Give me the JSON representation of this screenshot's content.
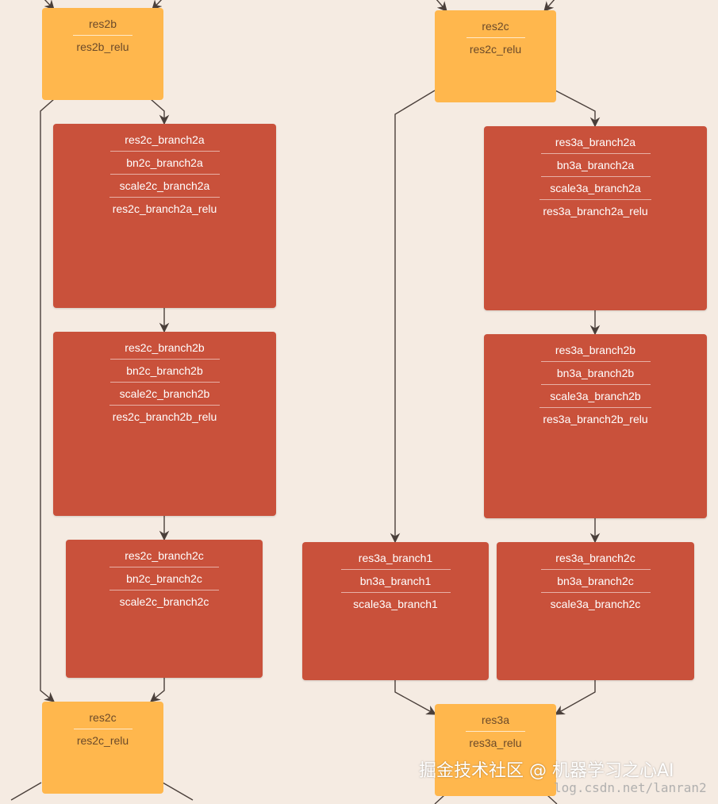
{
  "nodes": {
    "res2b": [
      "res2b",
      "res2b_relu"
    ],
    "res2c_top": [
      "res2c",
      "res2c_relu"
    ],
    "res2c_branch2a": [
      "res2c_branch2a",
      "bn2c_branch2a",
      "scale2c_branch2a",
      "res2c_branch2a_relu"
    ],
    "res2c_branch2b": [
      "res2c_branch2b",
      "bn2c_branch2b",
      "scale2c_branch2b",
      "res2c_branch2b_relu"
    ],
    "res2c_branch2c": [
      "res2c_branch2c",
      "bn2c_branch2c",
      "scale2c_branch2c"
    ],
    "res2c_bottom": [
      "res2c",
      "res2c_relu"
    ],
    "res3a_branch2a": [
      "res3a_branch2a",
      "bn3a_branch2a",
      "scale3a_branch2a",
      "res3a_branch2a_relu"
    ],
    "res3a_branch2b": [
      "res3a_branch2b",
      "bn3a_branch2b",
      "scale3a_branch2b",
      "res3a_branch2b_relu"
    ],
    "res3a_branch1": [
      "res3a_branch1",
      "bn3a_branch1",
      "scale3a_branch1"
    ],
    "res3a_branch2c": [
      "res3a_branch2c",
      "bn3a_branch2c",
      "scale3a_branch2c"
    ],
    "res3a": [
      "res3a",
      "res3a_relu"
    ]
  },
  "colors": {
    "background": "#f5ebe2",
    "eltwise_node": "#ffb74d",
    "conv_node": "#c9513b",
    "edge": "#4a3f3a"
  },
  "watermark": {
    "main": "掘金技术社区 @ 机器学习之心AI",
    "sub": "log.csdn.net/lanran2"
  }
}
